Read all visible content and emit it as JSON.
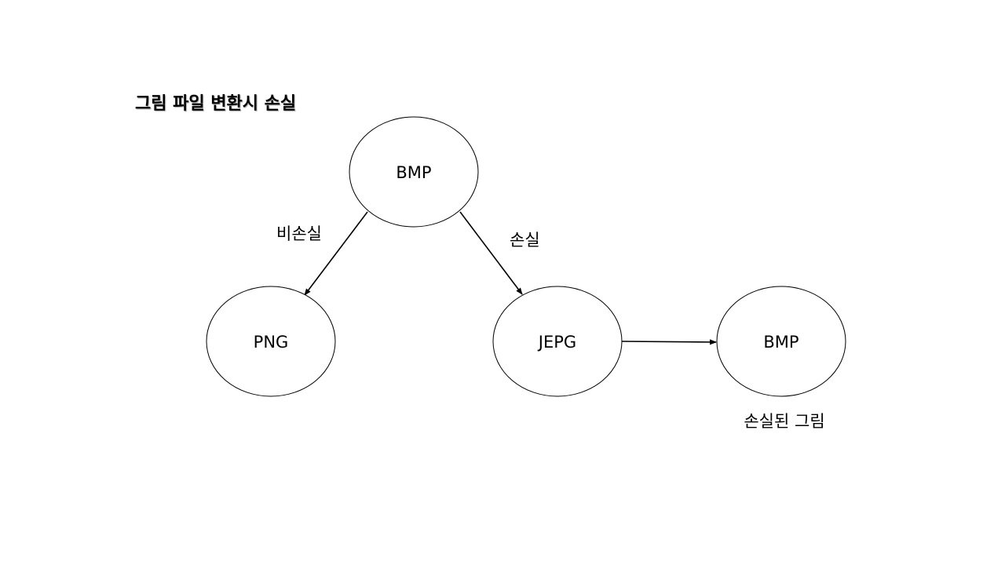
{
  "title": "그림 파일 변환시 손실",
  "nodes": {
    "bmp_source": "BMP",
    "png": "PNG",
    "jepg": "JEPG",
    "bmp_result": "BMP"
  },
  "edges": {
    "to_png": "비손실",
    "to_jepg": "손실"
  },
  "result_caption": "손실된 그림"
}
